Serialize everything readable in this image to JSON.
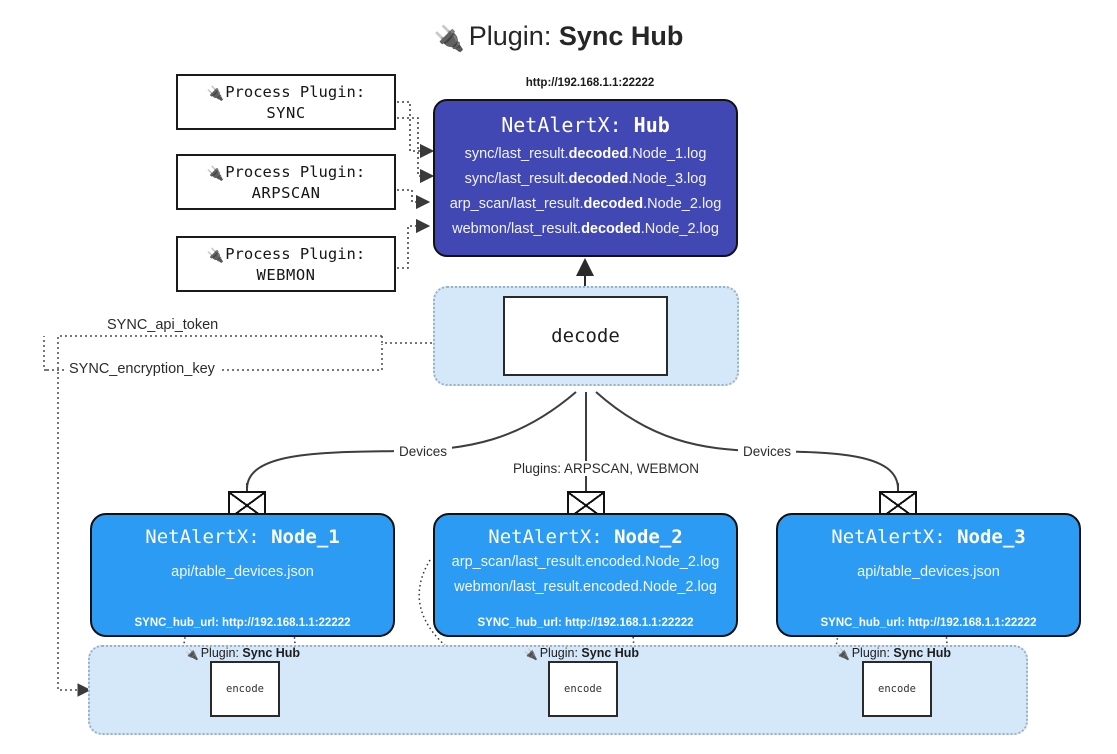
{
  "header": {
    "plug_icon": "plug-icon",
    "prefix": "Plugin: ",
    "name": "Sync Hub"
  },
  "process_plugins": [
    {
      "line1": "Process Plugin:",
      "line2": "SYNC"
    },
    {
      "line1": "Process Plugin:",
      "line2": "ARPSCAN"
    },
    {
      "line1": "Process Plugin:",
      "line2": "WEBMON"
    }
  ],
  "hub": {
    "url": "http://192.168.1.1:22222",
    "title_prefix": "NetAlertX: ",
    "title_name": "Hub",
    "logs": [
      {
        "pre": "sync/last_result.",
        "mid": "decoded",
        "post": ".Node_1.log"
      },
      {
        "pre": "sync/last_result.",
        "mid": "decoded",
        "post": ".Node_3.log"
      },
      {
        "pre": "arp_scan/last_result.",
        "mid": "decoded",
        "post": ".Node_2.log"
      },
      {
        "pre": "webmon/last_result.",
        "mid": "decoded",
        "post": ".Node_2.log"
      }
    ]
  },
  "decode": {
    "label": "decode"
  },
  "keys": {
    "api_token": "SYNC_api_token",
    "encryption_key": "SYNC_encryption_key"
  },
  "edge_labels": {
    "devices_left": "Devices",
    "devices_right": "Devices",
    "plugins": "Plugins: ARPSCAN, WEBMON"
  },
  "nodes": [
    {
      "title_prefix": "NetAlertX: ",
      "title_name": "Node_1",
      "lines": [
        "api/table_devices.json"
      ],
      "footer": "SYNC_hub_url: http://192.168.1.1:22222",
      "envelope_icon": "envelope-icon"
    },
    {
      "title_prefix": "NetAlertX: ",
      "title_name": "Node_2",
      "lines": [
        "arp_scan/last_result.encoded.Node_2.log",
        "webmon/last_result.encoded.Node_2.log"
      ],
      "footer": "SYNC_hub_url: http://192.168.1.1:22222",
      "envelope_icon": "envelope-icon"
    },
    {
      "title_prefix": "NetAlertX: ",
      "title_name": "Node_3",
      "lines": [
        "api/table_devices.json"
      ],
      "footer": "SYNC_hub_url: http://192.168.1.1:22222",
      "envelope_icon": "envelope-icon"
    }
  ],
  "bottom": {
    "plugin_prefix": "Plugin: ",
    "plugin_name": "Sync Hub",
    "encode_label": "encode"
  },
  "colors": {
    "hub_fill": "#4148b4",
    "node_fill": "#2b9bf4",
    "band_fill": "#d5e8fa",
    "stroke": "#121212"
  }
}
